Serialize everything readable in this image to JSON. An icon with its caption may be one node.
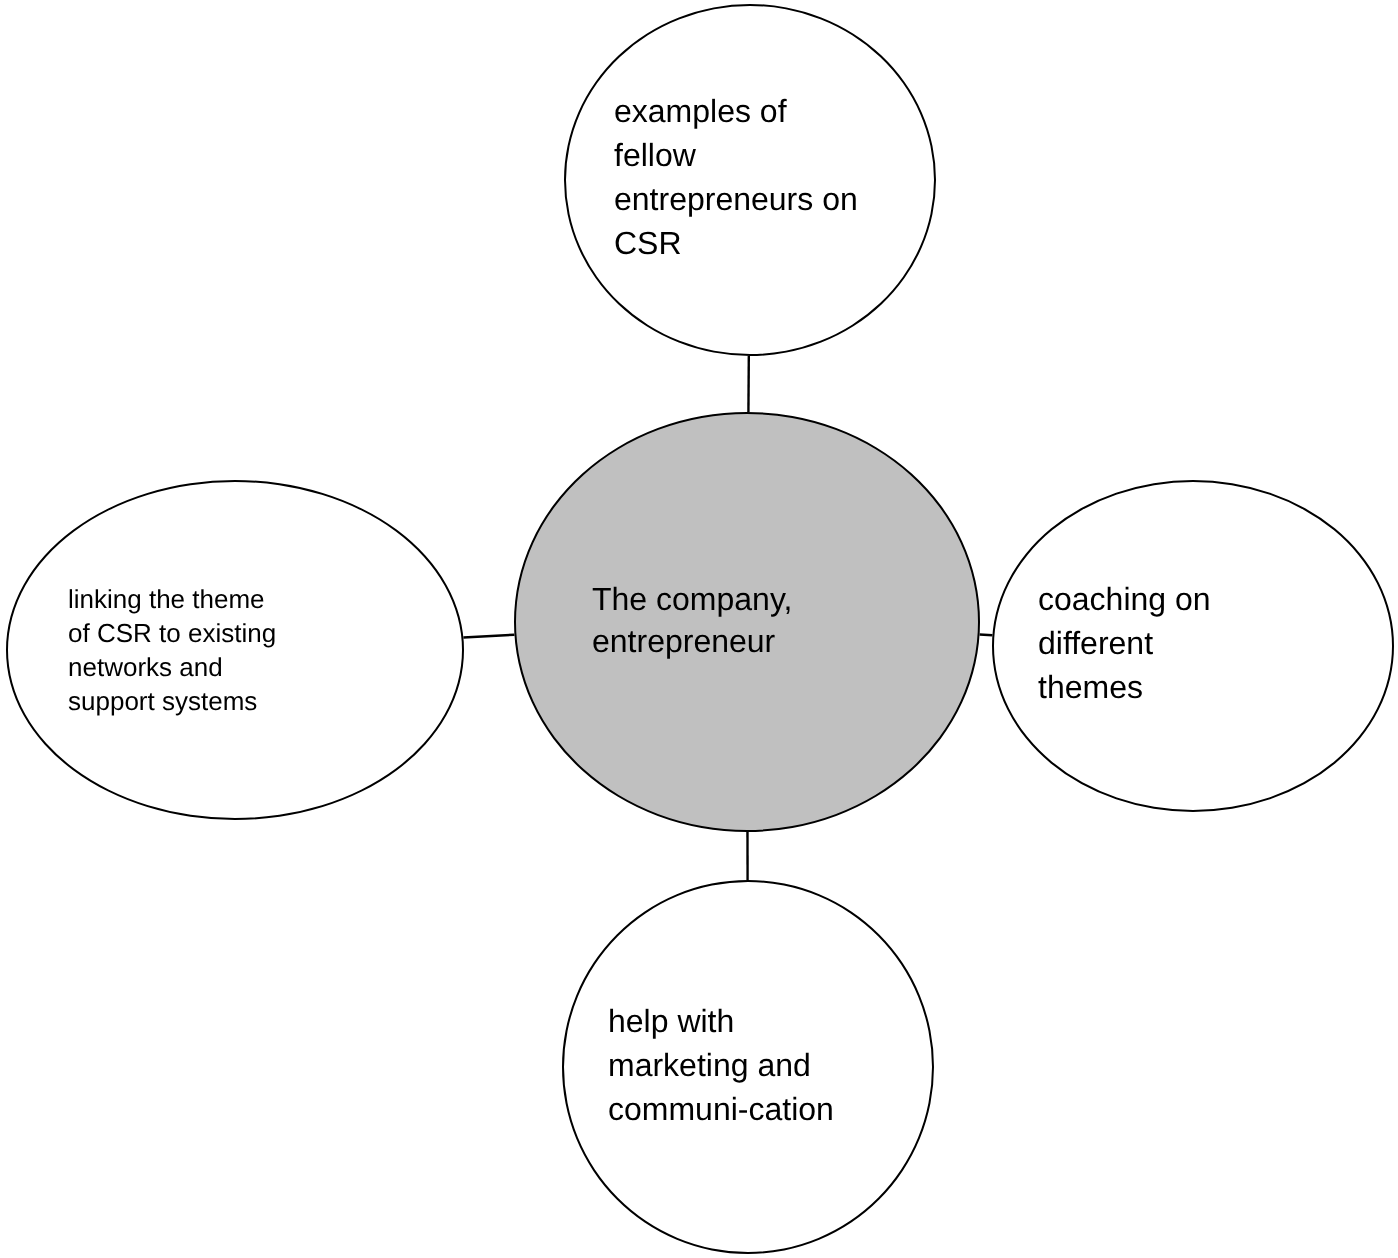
{
  "diagram": {
    "nodes": [
      {
        "text": [
          "examples of fellow entrepreneurs on CSR"
        ]
      },
      {
        "text": [
          "linking the theme of CSR to existing networks and support systems"
        ]
      },
      {
        "text": [
          "The company, entrepreneur"
        ]
      },
      {
        "text": [
          "coaching on different themes"
        ]
      },
      {
        "text": [
          "help with marketing and communi-cation"
        ]
      }
    ],
    "edges": [
      {
        "from": 2,
        "to": 0,
        "arrow": "none"
      },
      {
        "from": 2,
        "to": 1,
        "arrow": "none"
      },
      {
        "from": 2,
        "to": 3,
        "arrow": "none"
      },
      {
        "from": 2,
        "to": 4,
        "arrow": "none"
      }
    ]
  }
}
